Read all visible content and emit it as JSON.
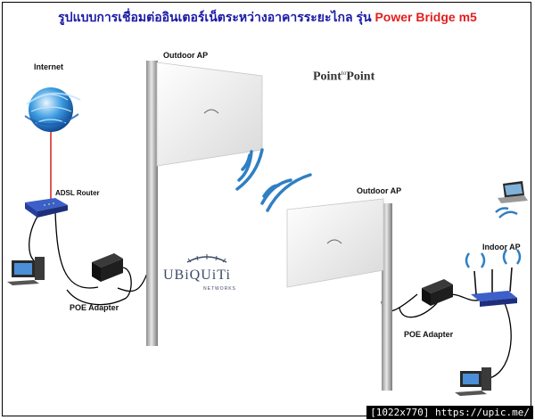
{
  "title": {
    "thai": "รูปแบบการเชื่อมต่ออินเตอร์เน็ตระหว่างอาคารระยะไกล รุ่น",
    "model": "Power Bridge m5"
  },
  "labels": {
    "internet": "Internet",
    "outdoor_ap_1": "Outdoor AP",
    "outdoor_ap_2": "Outdoor AP",
    "adsl_router": "ADSL Router",
    "poe_adapter_1": "POE Adapter",
    "poe_adapter_2": "POE Adapter",
    "indoor_ap": "Indoor AP"
  },
  "point_to_point": {
    "left": "Point",
    "mid": "to",
    "right": "Point"
  },
  "logo": {
    "name": "UBiQUiTi",
    "sub": "NETWORKS"
  },
  "watermark": "[1022x770] https://upic.me/",
  "colors": {
    "title_thai": "#1a1aa6",
    "title_model": "#e0201e",
    "wireless_waves": "#2f7fc4",
    "internet_link": "#d61f1f",
    "cable": "#000000"
  },
  "icons": [
    "globe-icon",
    "router-icon",
    "desktop-pc-icon",
    "laptop-icon",
    "poe-adapter-icon",
    "antenna-panel-icon",
    "wifi-waves-icon",
    "access-point-icon"
  ]
}
